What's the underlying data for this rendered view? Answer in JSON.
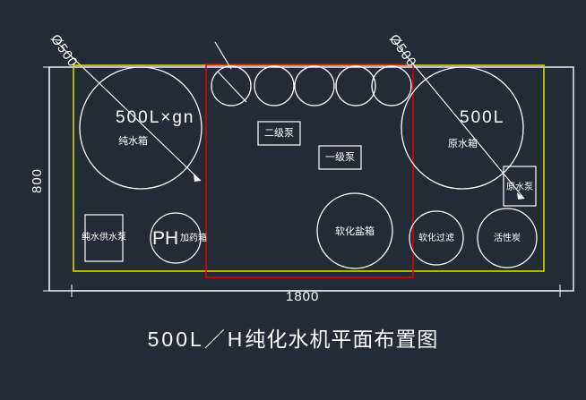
{
  "drawing": {
    "title_ascii": "500L／H",
    "title_cn": "纯化水机平面布置图",
    "background_color": "#222b36",
    "line_color_white": "#ffffff",
    "line_color_yellow": "#d8d800",
    "line_color_red": "#e00000"
  },
  "dimensions": {
    "height_label": "800",
    "width_label": "1800",
    "diameter_left": "Ø500",
    "diameter_right": "Ø500"
  },
  "tanks": {
    "pure_water": {
      "capacity": "500L×gn",
      "name": "纯水箱"
    },
    "raw_water": {
      "capacity": "500L",
      "name": "原水箱"
    }
  },
  "equipment": [
    {
      "key": "second-stage-pump",
      "label": "二级泵",
      "shape": "rect"
    },
    {
      "key": "first-stage-pump",
      "label": "一级泵",
      "shape": "rect"
    },
    {
      "key": "pure-water-supply-pump",
      "label": "纯水供水泵",
      "shape": "rect"
    },
    {
      "key": "ph-dosing-tank",
      "label": "加药箱",
      "prefix": "PH",
      "shape": "circle"
    },
    {
      "key": "softening-salt-tank",
      "label": "软化盐箱",
      "shape": "circle"
    },
    {
      "key": "softening-filter",
      "label": "软化过滤",
      "shape": "circle"
    },
    {
      "key": "activated-carbon",
      "label": "活性炭",
      "shape": "circle"
    },
    {
      "key": "raw-water-pump",
      "label": "原水泵",
      "shape": "rect"
    }
  ],
  "membrane_vessels": {
    "count": 5,
    "note": ""
  }
}
